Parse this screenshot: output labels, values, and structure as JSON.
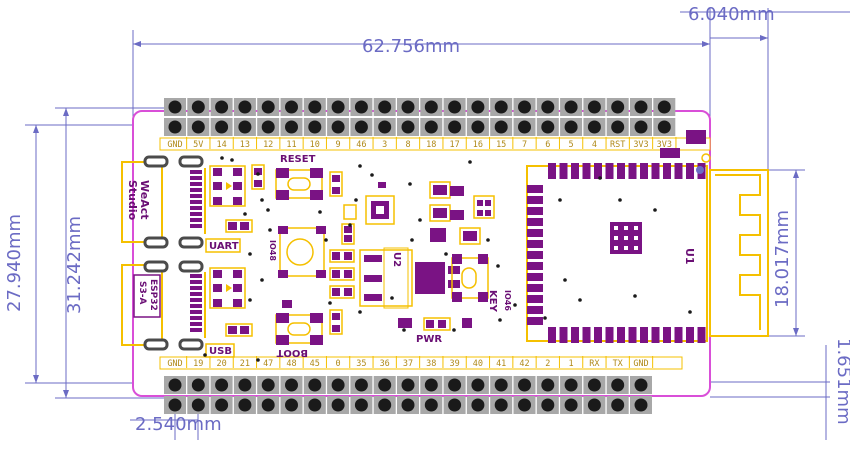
{
  "dimensions": {
    "width_total": "62.756mm",
    "antenna_offset": "6.040mm",
    "height_outer": "27.940mm",
    "height_inner": "31.242mm",
    "antenna_height": "18.017mm",
    "edge_offset": "1.651mm",
    "pin_pitch": "2.540mm"
  },
  "top_pins": [
    "GND",
    "5V",
    "14",
    "13",
    "12",
    "11",
    "10",
    "9",
    "46",
    "3",
    "8",
    "18",
    "17",
    "16",
    "15",
    "7",
    "6",
    "5",
    "4",
    "RST",
    "3V3",
    "3V3"
  ],
  "bottom_pins": [
    "GND",
    "19",
    "20",
    "21",
    "47",
    "48",
    "45",
    "0",
    "35",
    "36",
    "37",
    "38",
    "39",
    "40",
    "41",
    "42",
    "2",
    "1",
    "RX",
    "TX",
    "GND"
  ],
  "silk": {
    "reset": "RESET",
    "boot": "BOOT",
    "uart": "UART",
    "usb": "USB",
    "pwr": "PWR",
    "key": "KEY",
    "brand": "WeAct",
    "brand2": "Studio",
    "chip_label": "U2",
    "module_label": "U1",
    "io48": "IO48",
    "io46": "IO46",
    "model1": "ESP32",
    "model2": "S3-A"
  },
  "colors": {
    "board_outline": "#d94fd8",
    "dimension": "#6b6bc4",
    "silkscreen": "#f5c000",
    "pad": "#7a1384",
    "pin": "#a8a8a8"
  }
}
